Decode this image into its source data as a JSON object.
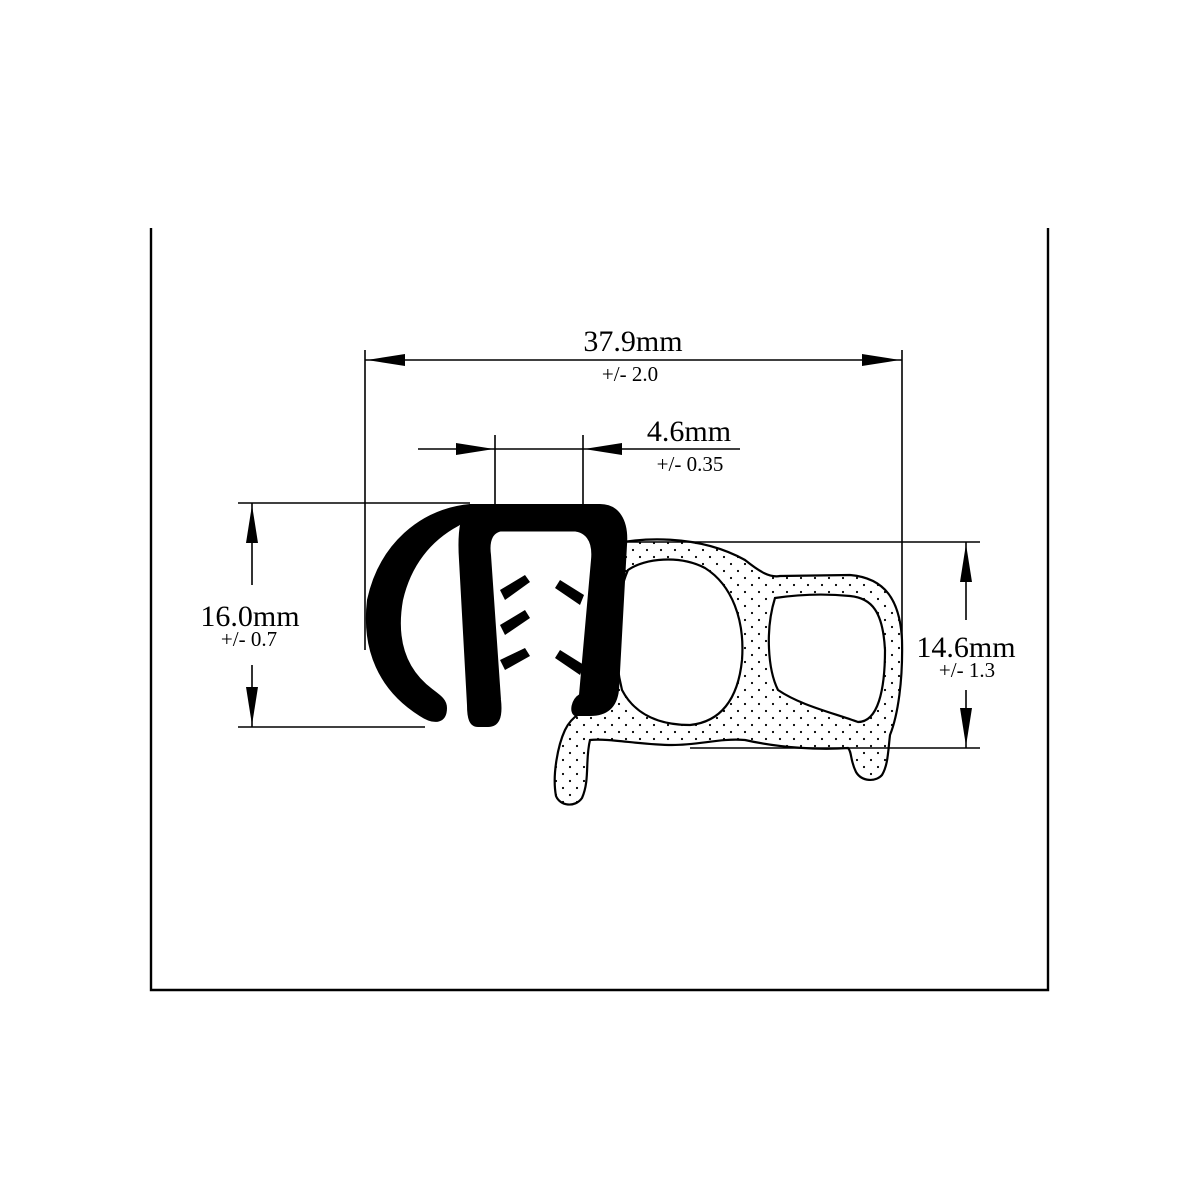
{
  "dimensions": {
    "overall_width": {
      "value": "37.9mm",
      "tolerance": "+/- 2.0"
    },
    "slot_width": {
      "value": "4.6mm",
      "tolerance": "+/- 0.35"
    },
    "clip_height": {
      "value": "16.0mm",
      "tolerance": "+/- 0.7"
    },
    "bulb_height": {
      "value": "14.6mm",
      "tolerance": "+/- 1.3"
    }
  },
  "colors": {
    "line": "#000000",
    "background": "#ffffff",
    "clip_fill": "#000000",
    "sponge_fill": "#ffffff"
  }
}
